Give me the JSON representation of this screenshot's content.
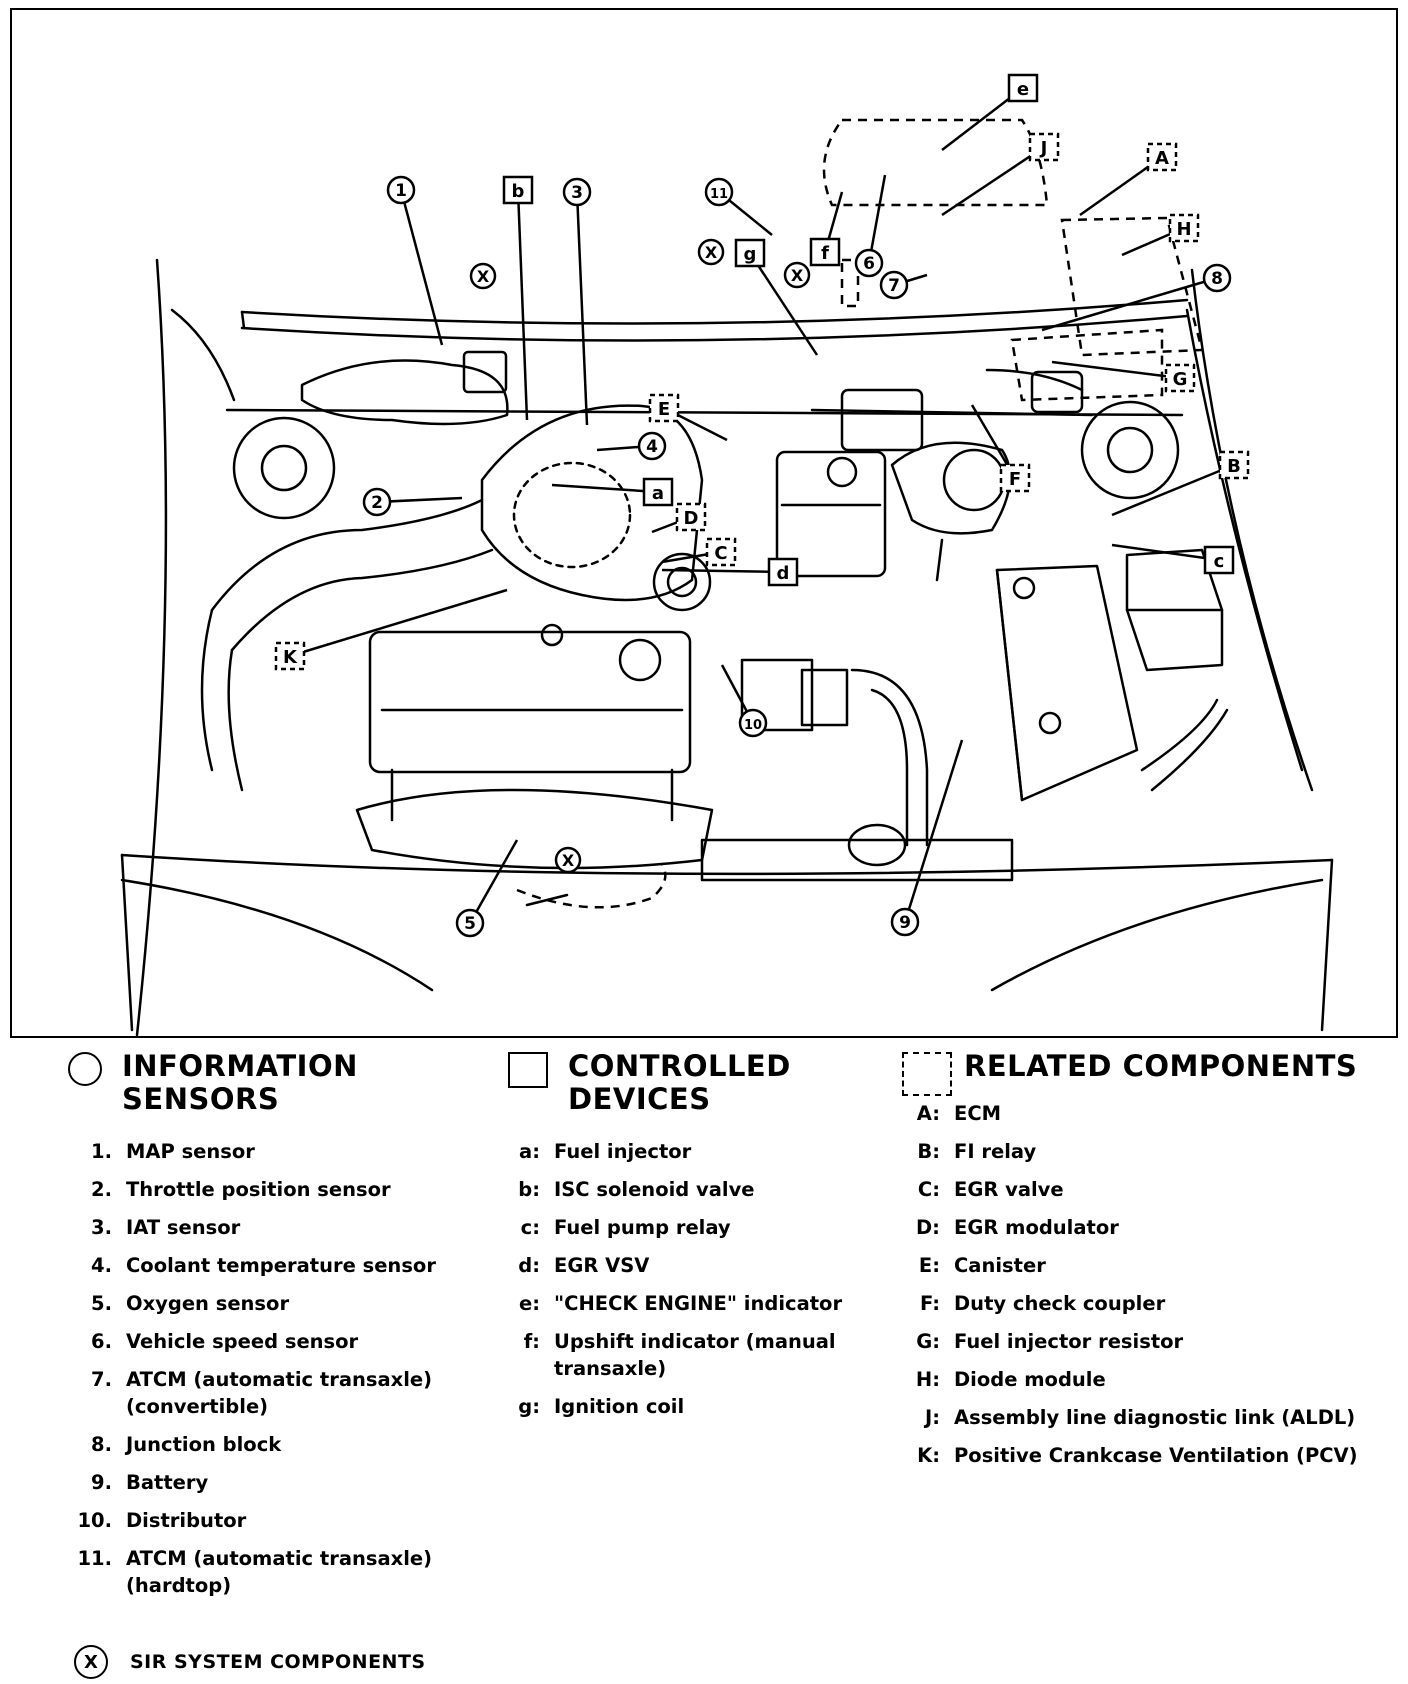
{
  "diagram": {
    "callouts": {
      "sensors": [
        "1",
        "2",
        "3",
        "4",
        "5",
        "6",
        "7",
        "8",
        "9",
        "10",
        "11"
      ],
      "controlled": [
        "a",
        "b",
        "c",
        "d",
        "e",
        "f",
        "g"
      ],
      "related": [
        "A",
        "B",
        "C",
        "D",
        "E",
        "F",
        "G",
        "H",
        "J",
        "K"
      ],
      "sir_mark": "X"
    }
  },
  "legend": {
    "sensors": {
      "title_line1": "INFORMATION",
      "title_line2": "SENSORS",
      "items": [
        {
          "key": "1.",
          "text": "MAP sensor"
        },
        {
          "key": "2.",
          "text": "Throttle position sensor"
        },
        {
          "key": "3.",
          "text": "IAT sensor"
        },
        {
          "key": "4.",
          "text": "Coolant temperature sensor"
        },
        {
          "key": "5.",
          "text": "Oxygen sensor"
        },
        {
          "key": "6.",
          "text": "Vehicle speed sensor"
        },
        {
          "key": "7.",
          "text": "ATCM (automatic transaxle) (convertible)"
        },
        {
          "key": "8.",
          "text": "Junction block"
        },
        {
          "key": "9.",
          "text": "Battery"
        },
        {
          "key": "10.",
          "text": "Distributor"
        },
        {
          "key": "11.",
          "text": "ATCM (automatic transaxle) (hardtop)"
        }
      ]
    },
    "controlled": {
      "title_line1": "CONTROLLED",
      "title_line2": "DEVICES",
      "items": [
        {
          "key": "a:",
          "text": "Fuel injector"
        },
        {
          "key": "b:",
          "text": "ISC solenoid valve"
        },
        {
          "key": "c:",
          "text": "Fuel pump relay"
        },
        {
          "key": "d:",
          "text": "EGR VSV"
        },
        {
          "key": "e:",
          "text": "\"CHECK ENGINE\" indicator"
        },
        {
          "key": "f:",
          "text": "Upshift indicator (manual transaxle)"
        },
        {
          "key": "g:",
          "text": "Ignition coil"
        }
      ]
    },
    "related": {
      "title": "RELATED COMPONENTS",
      "items": [
        {
          "key": "A:",
          "text": "ECM"
        },
        {
          "key": "B:",
          "text": "FI relay"
        },
        {
          "key": "C:",
          "text": "EGR valve"
        },
        {
          "key": "D:",
          "text": "EGR modulator"
        },
        {
          "key": "E:",
          "text": "Canister"
        },
        {
          "key": "F:",
          "text": "Duty check coupler"
        },
        {
          "key": "G:",
          "text": "Fuel injector resistor"
        },
        {
          "key": "H:",
          "text": "Diode module"
        },
        {
          "key": "J:",
          "text": "Assembly line diagnostic link (ALDL)"
        },
        {
          "key": "K:",
          "text": "Positive Crankcase Ventilation (PCV)"
        }
      ]
    },
    "sir": {
      "symbol": "X",
      "label": "SIR SYSTEM COMPONENTS"
    }
  }
}
